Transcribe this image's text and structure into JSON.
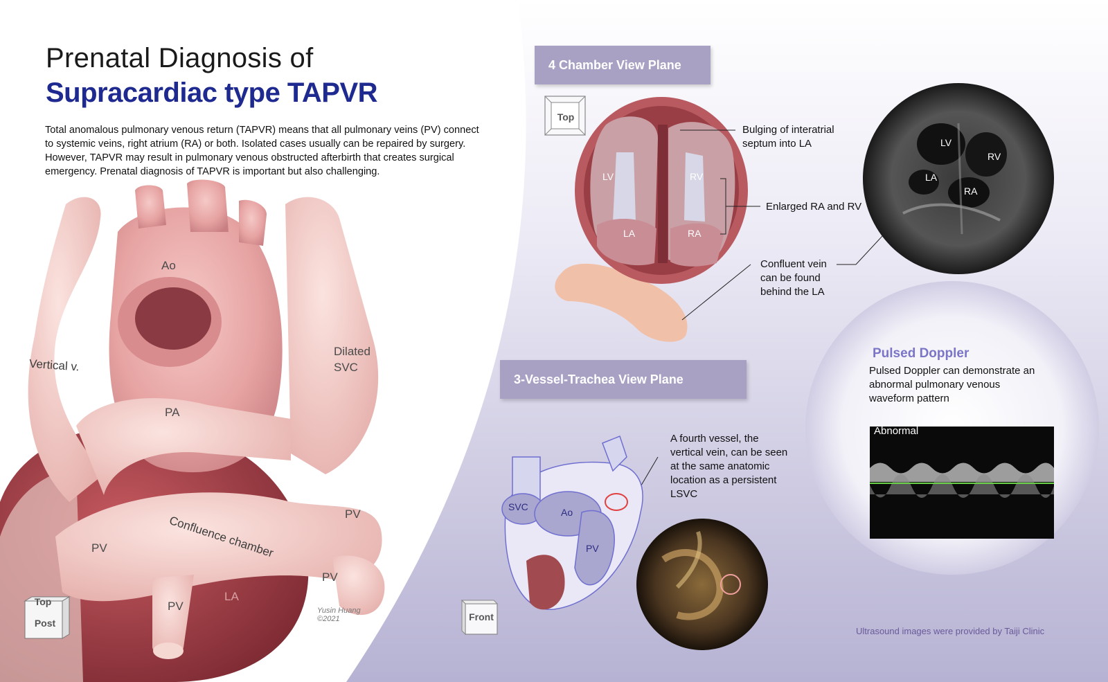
{
  "title": {
    "line1": "Prenatal Diagnosis of",
    "line2": "Supracardiac type TAPVR"
  },
  "intro": "Total anomalous pulmonary venous return (TAPVR) means that all pulmonary veins (PV) connect to systemic veins, right atrium (RA) or both. Isolated cases usually can be repaired by surgery. However, TAPVR may result in pulmonary venous obstructed afterbirth that creates surgical emergency. Prenatal diagnosis of TAPVR is important but also challenging.",
  "main_heart": {
    "labels": {
      "ao": "Ao",
      "vertical_v": "Vertical v.",
      "dilated_svc": "Dilated\nSVC",
      "pa": "PA",
      "confluence": "Confluence chamber",
      "pv_right_top": "PV",
      "pv_left": "PV",
      "pv_right_bottom": "PV",
      "pv_bottom": "PV",
      "la": "LA"
    },
    "cube": {
      "top": "Top",
      "side": "Post"
    },
    "signature": "Yusin Huang ©2021"
  },
  "four_chamber": {
    "header": "4 Chamber View Plane",
    "cube": "Top",
    "heart_labels": {
      "lv": "LV",
      "rv": "RV",
      "la": "LA",
      "ra": "RA"
    },
    "callouts": {
      "bulging": "Bulging of interatrial septum into LA",
      "enlarged": "Enlarged RA and RV",
      "confluent": "Confluent vein can be found behind the LA"
    },
    "ultrasound_labels": {
      "lv": "LV",
      "rv": "RV",
      "la": "LA",
      "ra": "RA"
    }
  },
  "three_vessel": {
    "header": "3-Vessel-Trachea View Plane",
    "cube": "Front",
    "labels": {
      "svc": "SVC",
      "ao": "Ao",
      "pv": "PV"
    },
    "callout": "A fourth vessel, the vertical vein, can be seen at the same anatomic location as a persistent LSVC"
  },
  "doppler": {
    "title": "Pulsed Doppler",
    "text": "Pulsed Doppler can demonstrate an abnormal pulmonary venous waveform pattern",
    "abnormal_label": "Abnormal"
  },
  "credit": "Ultrasound images were provided by Taiji Clinic",
  "colors": {
    "title_blue": "#1e2a8f",
    "header_purple": "#a9a1c4",
    "doppler_title": "#7b75c7",
    "panel_bg": "#b9b6d6"
  }
}
